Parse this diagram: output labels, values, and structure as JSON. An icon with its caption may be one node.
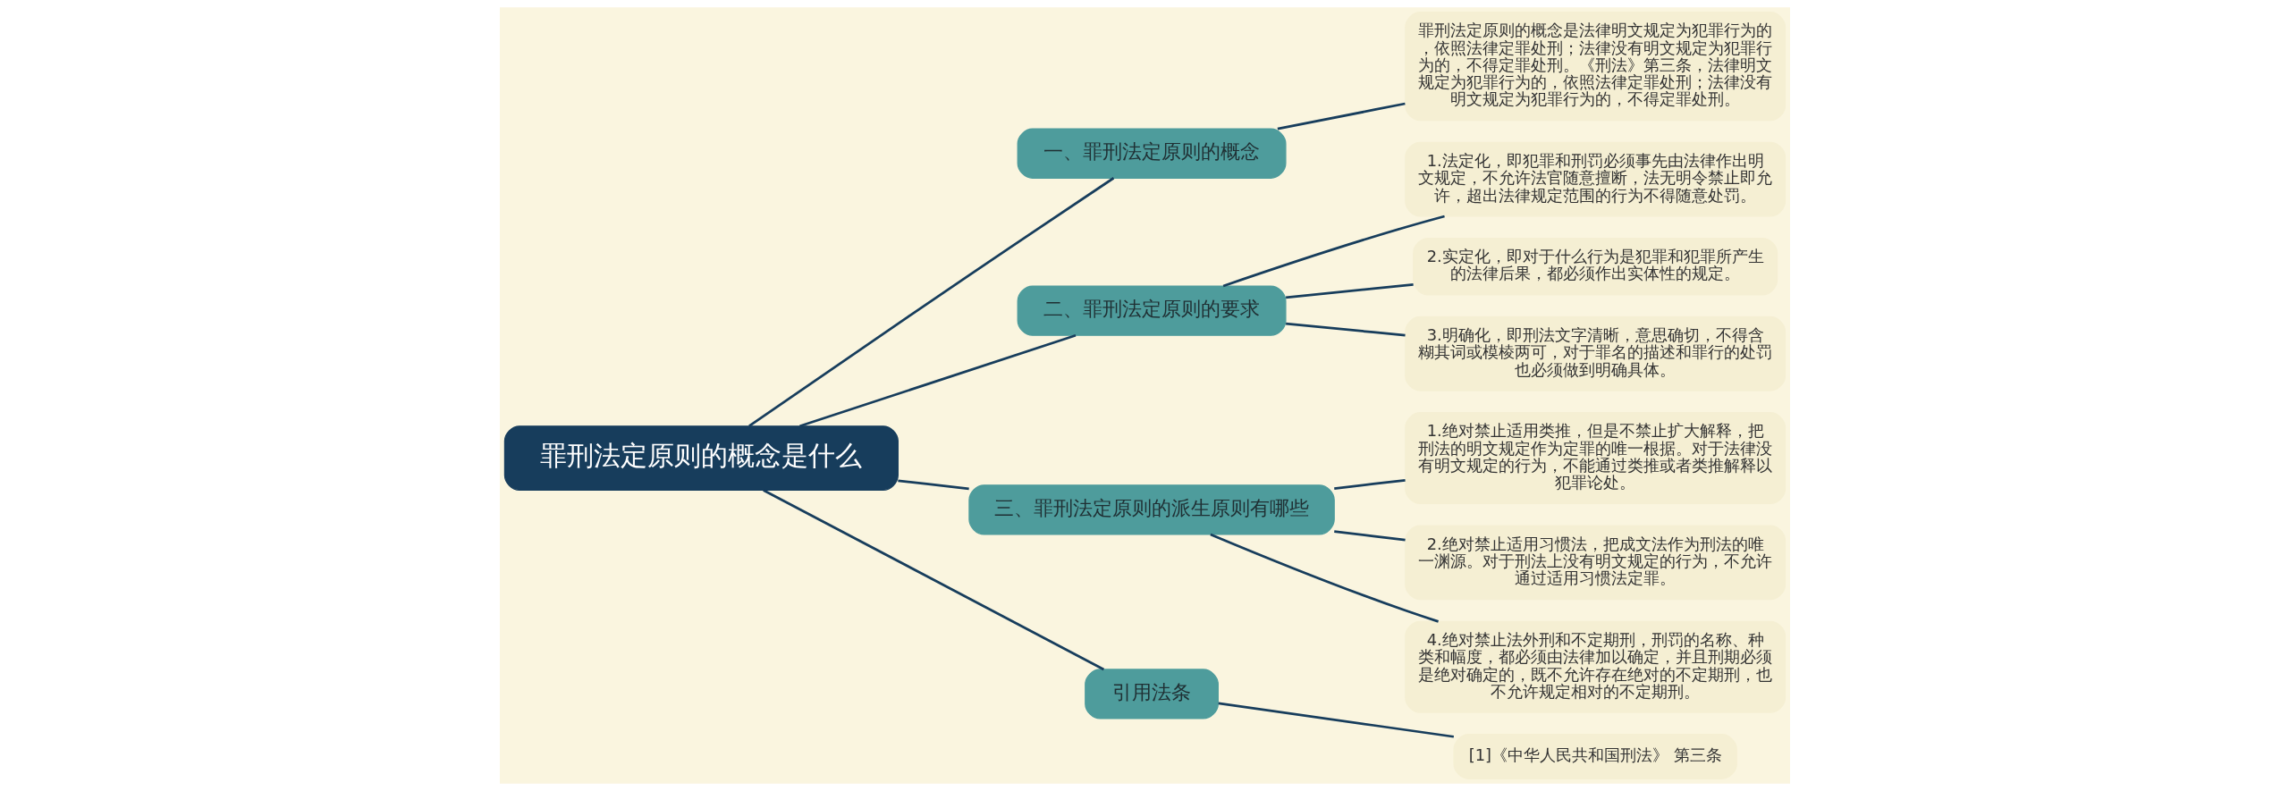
{
  "diagram": {
    "nodes": [
      {
        "text": [
          "罪刑法定原则的概念是什么"
        ]
      },
      {
        "text": [
          "一、罪刑法定原则的概念"
        ]
      },
      {
        "text": [
          "罪刑法定原则的概念是法律明文规定为犯罪行为的，依照法律定罪处刑；法律没有明文规定为犯罪行为的，不得定罪处刑。《刑法》第三条，法律明文规定为犯罪行为的，依照法律定罪处刑；法律没有明文规定为犯罪行为的，不得定罪处刑。"
        ]
      },
      {
        "text": [
          "二、罪刑法定原则的要求"
        ]
      },
      {
        "text": [
          "1.法定化，即犯罪和刑罚必须事先由法律作出明文规定，不允许法官随意擅断，法无明令禁止即允许，超出法律规定范围的行为不得随意处罚。"
        ]
      },
      {
        "text": [
          "2.实定化，即对于什么行为是犯罪和犯罪所产生的法律后果，都必须作出实体性的规定。"
        ]
      },
      {
        "text": [
          "3.明确化，即刑法文字清晰，意思确切，不得含糊其词或模棱两可，对于罪名的描述和罪行的处罚也必须做到明确具体。"
        ]
      },
      {
        "text": [
          "三、罪刑法定原则的派生原则有哪些"
        ]
      },
      {
        "text": [
          "1.绝对禁止适用类推，但是不禁止扩大解释，把刑法的明文规定作为定罪的唯一根据。对于法律没有明文规定的行为，不能通过类推或者类推解释以犯罪论处。"
        ]
      },
      {
        "text": [
          "2.绝对禁止适用习惯法，把成文法作为刑法的唯一渊源。对于刑法上没有明文规定的行为，不允许通过适用习惯法定罪。"
        ]
      },
      {
        "text": [
          "4.绝对禁止法外刑和不定期刑，刑罚的名称、种类和幅度，都必须由法律加以确定，并且刑期必须是绝对确定的，既不允许存在绝对的不定期刑，也不允许规定相对的不定期刑。"
        ]
      },
      {
        "text": [
          "引用法条"
        ]
      },
      {
        "text": [
          "[1]《中华人民共和国刑法》 第三条"
        ]
      }
    ],
    "edges": [
      {
        "from": 0,
        "to": 1,
        "arrow": "none"
      },
      {
        "from": 1,
        "to": 2,
        "arrow": "none"
      },
      {
        "from": 0,
        "to": 3,
        "arrow": "none"
      },
      {
        "from": 3,
        "to": 4,
        "arrow": "none"
      },
      {
        "from": 3,
        "to": 5,
        "arrow": "none"
      },
      {
        "from": 3,
        "to": 6,
        "arrow": "none"
      },
      {
        "from": 0,
        "to": 7,
        "arrow": "none"
      },
      {
        "from": 7,
        "to": 8,
        "arrow": "none"
      },
      {
        "from": 7,
        "to": 9,
        "arrow": "none"
      },
      {
        "from": 7,
        "to": 10,
        "arrow": "none"
      },
      {
        "from": 0,
        "to": 11,
        "arrow": "none"
      },
      {
        "from": 11,
        "to": 12,
        "arrow": "none"
      }
    ]
  }
}
